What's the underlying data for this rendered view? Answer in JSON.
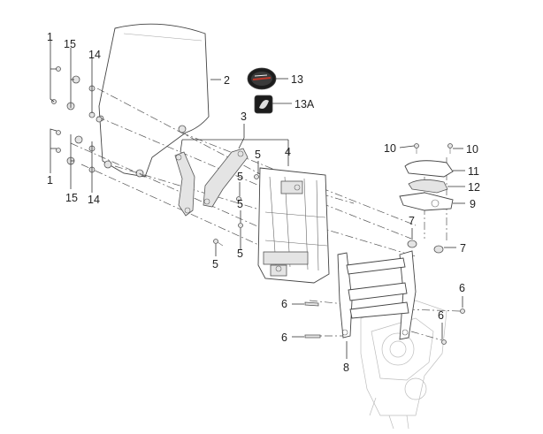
{
  "callouts": {
    "c1_top": "1",
    "c15_top": "15",
    "c14_top": "14",
    "c2": "2",
    "c13": "13",
    "c13a": "13A",
    "c3": "3",
    "c4": "4",
    "c5_a": "5",
    "c5_b": "5",
    "c5_c": "5",
    "c5_d": "5",
    "c1_bot": "1",
    "c15_bot": "15",
    "c14_bot": "14",
    "c10_a": "10",
    "c10_b": "10",
    "c11": "11",
    "c12": "12",
    "c9": "9",
    "c7_a": "7",
    "c7_b": "7",
    "c6_a": "6",
    "c6_b": "6",
    "c6_c": "6",
    "c6_d": "6",
    "c8": "8"
  },
  "icons": {
    "badge_13": "oval-emblem-badge",
    "badge_13a": "square-emblem-sticker"
  },
  "colors": {
    "line": "#333333",
    "badge_dark": "#1c1c1c",
    "badge_accent": "#c0392b"
  }
}
